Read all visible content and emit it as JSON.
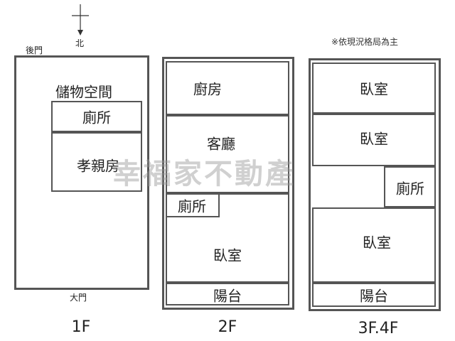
{
  "note": "※依現況格局為主",
  "north_label": "北",
  "watermark": "幸福家不動產",
  "floor1": {
    "label": "1F",
    "back_door": "後門",
    "front_door": "大門",
    "rooms": [
      "儲物空間",
      "廁所",
      "孝親房"
    ]
  },
  "floor2": {
    "label": "2F",
    "rooms": [
      "廚房",
      "客廳",
      "廁所",
      "臥室",
      "陽台"
    ]
  },
  "floor3": {
    "label": "3F.4F",
    "rooms": [
      "臥室",
      "臥室",
      "廁所",
      "臥室",
      "陽台"
    ]
  },
  "colors": {
    "wall": "#555555",
    "watermark": "#969696"
  }
}
